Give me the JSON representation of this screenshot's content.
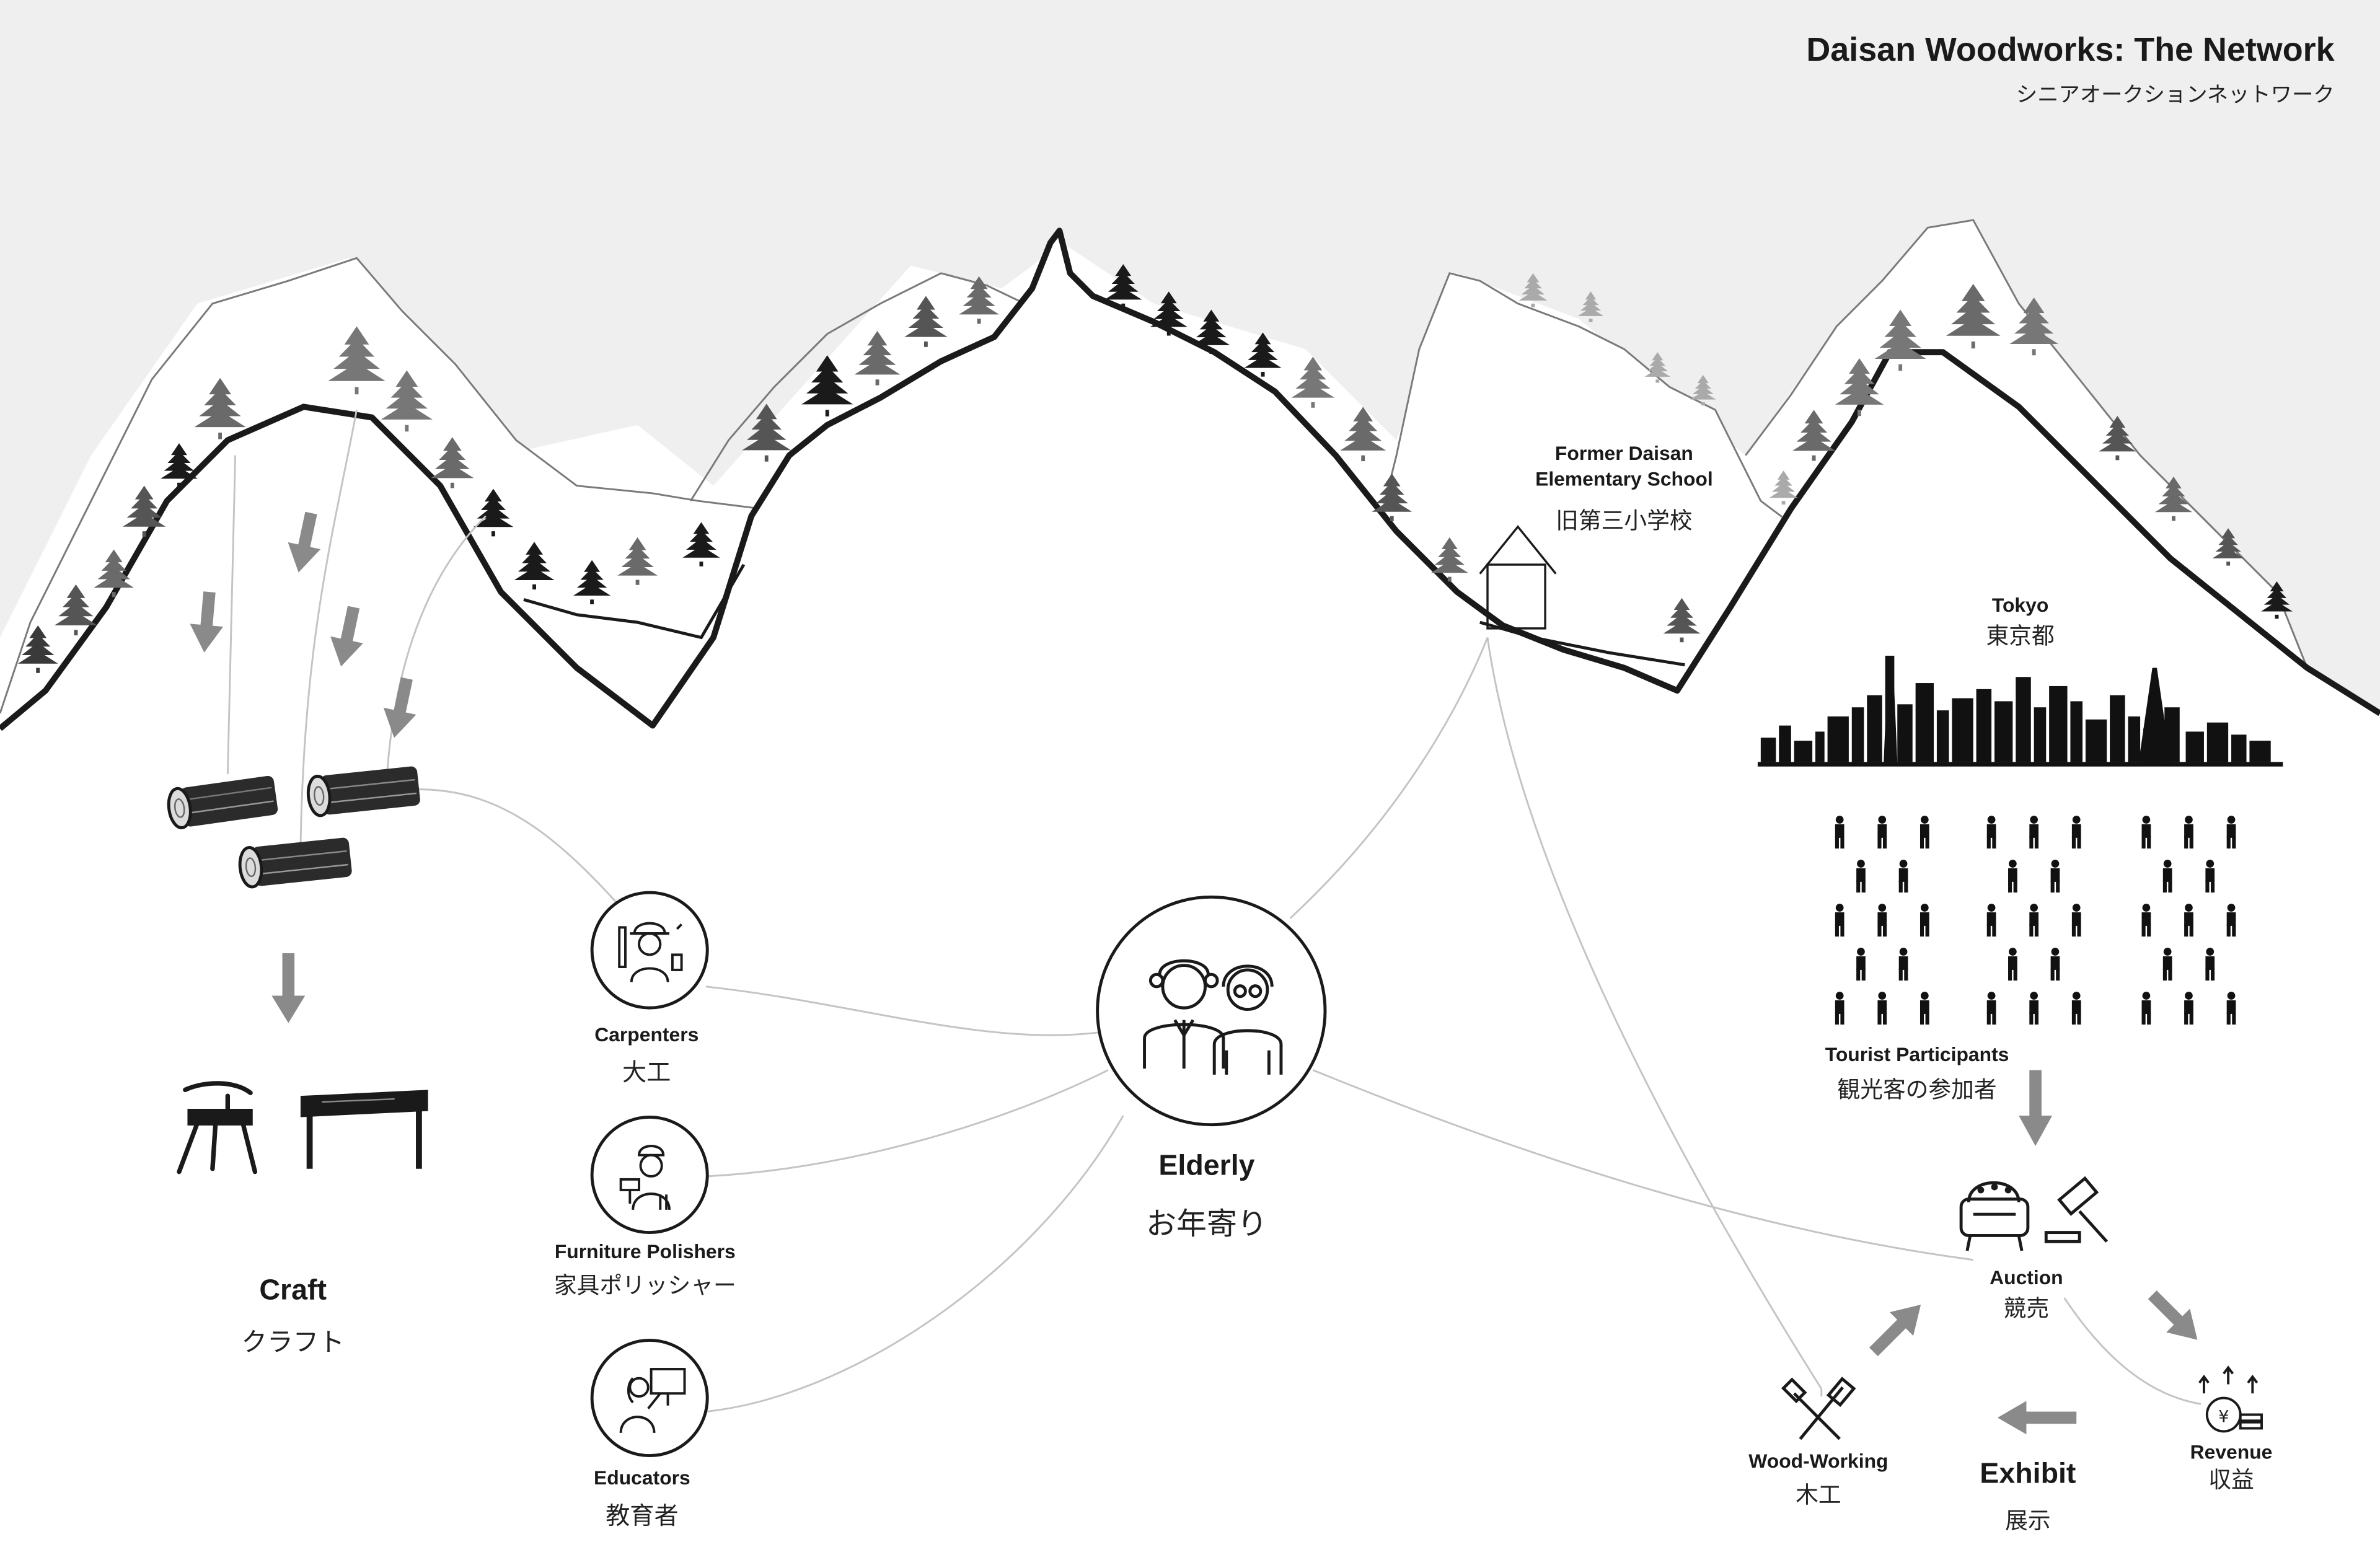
{
  "title": {
    "main": "Daisan Woodworks: The Network",
    "sub": "シニアオークションネットワーク"
  },
  "nodes": {
    "craft": {
      "en": "Craft",
      "ja": "クラフト"
    },
    "carpenters": {
      "en": "Carpenters",
      "ja": "大工"
    },
    "polishers": {
      "en": "Furniture Polishers",
      "ja": "家具ポリッシャー"
    },
    "educators": {
      "en": "Educators",
      "ja": "教育者"
    },
    "elderly": {
      "en": "Elderly",
      "ja": "お年寄り"
    },
    "school": {
      "en": "Former Daisan Elementary School",
      "ja": "旧第三小学校"
    },
    "tokyo": {
      "en": "Tokyo",
      "ja": "東京都"
    },
    "tourists": {
      "en": "Tourist Participants",
      "ja": "観光客の参加者"
    },
    "auction": {
      "en": "Auction",
      "ja": "競売"
    },
    "revenue": {
      "en": "Revenue",
      "ja": "収益"
    },
    "exhibit": {
      "en": "Exhibit",
      "ja": "展示"
    },
    "woodworking": {
      "en": "Wood-Working",
      "ja": "木工"
    }
  },
  "icons": [
    "log-icon",
    "chair-icon",
    "table-icon",
    "carpenter-icon",
    "polisher-icon",
    "educator-icon",
    "elderly-couple-icon",
    "school-house-icon",
    "tokyo-skyline-icon",
    "person-icon",
    "armchair-icon",
    "gavel-icon",
    "revenue-coin-icon",
    "tools-icon",
    "pine-tree-icon",
    "arrow-icon"
  ],
  "colors": {
    "sky": "#efefef",
    "ink": "#1a1a1a",
    "arrow": "#8a8a8a",
    "connector": "#c4c4c4"
  }
}
